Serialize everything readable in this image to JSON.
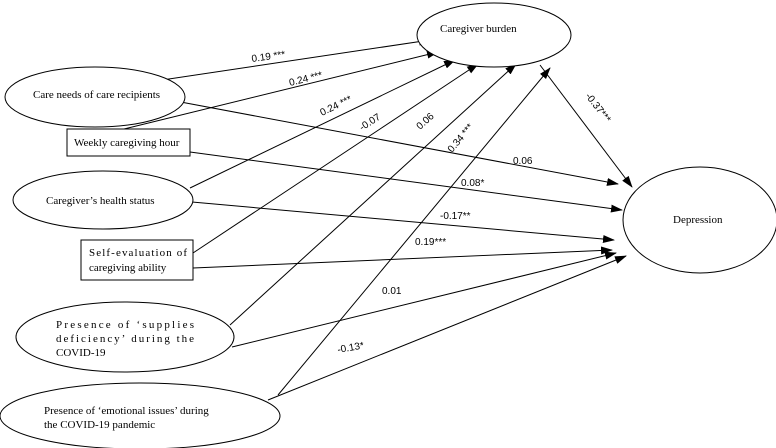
{
  "nodes": {
    "caregiver_burden": "Caregiver burden",
    "care_needs": "Care needs of care recipients",
    "weekly_hour": "Weekly caregiving hour",
    "health_status": "Caregiver’s health status",
    "self_eval_1": "Self-evaluation of",
    "self_eval_2": "caregiving ability",
    "supplies_1": "Presence of ‘supplies",
    "supplies_2": "deficiency’ during the",
    "supplies_3": "COVID-19",
    "emotional_1": "Presence of ‘emotional issues’ during",
    "emotional_2": "the COVID-19 pandemic",
    "depression": "Depression"
  },
  "coefficients": {
    "care_needs_to_burden": "0.19 ***",
    "weekly_to_burden": "0.24 ***",
    "health_to_burden": "0.24 ***",
    "selfeval_to_burden": "-0.07",
    "supplies_to_burden": "0.06",
    "emotional_to_burden": "0.34 ***",
    "burden_to_depression": "-0.37***",
    "care_needs_to_depression": "0.06",
    "weekly_to_depression": "0.08*",
    "health_to_depression": "-0.17**",
    "selfeval_to_depression": "0.19***",
    "supplies_to_depression": "0.01",
    "emotional_to_depression": "-0.13*"
  }
}
